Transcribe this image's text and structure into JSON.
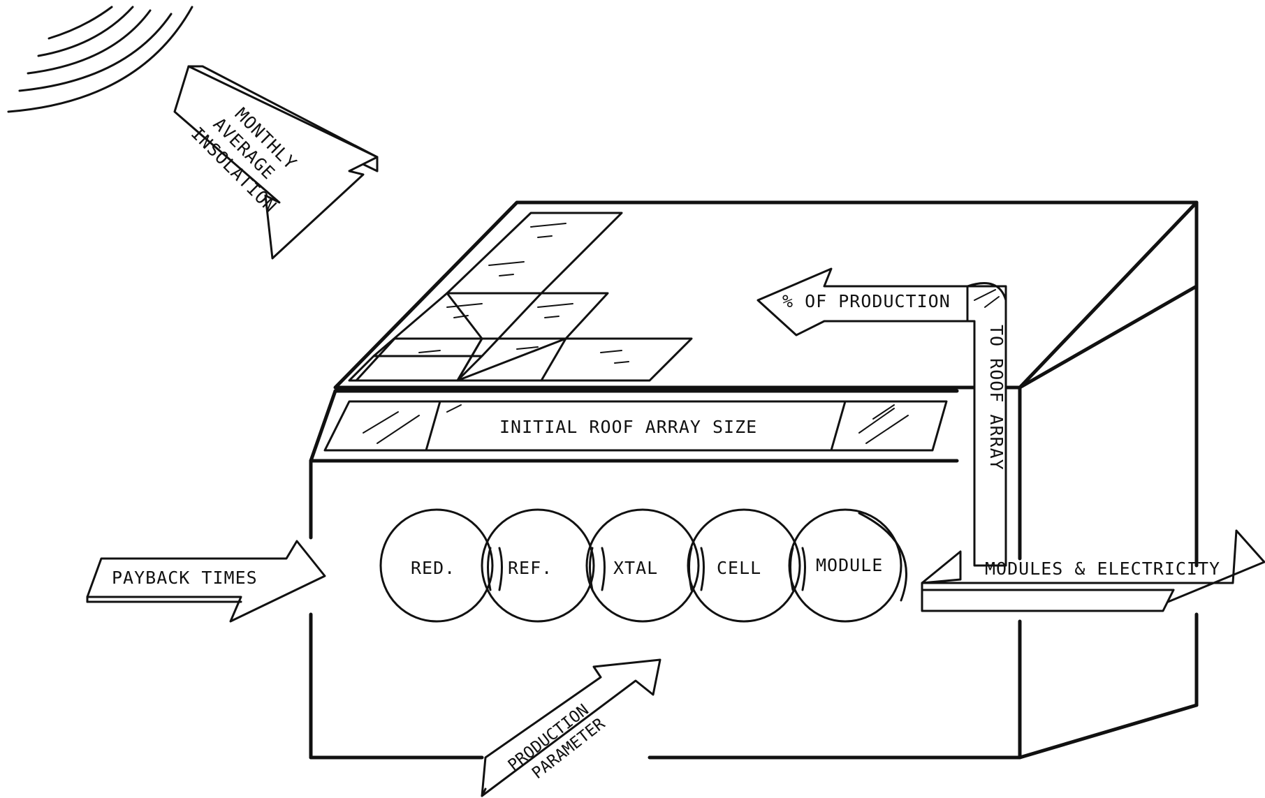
{
  "labels": {
    "insolation_line1": "MONTHLY",
    "insolation_line2": "AVERAGE",
    "insolation_line3": "INSOLATION",
    "initial_array": "INITIAL ROOF ARRAY SIZE",
    "percent_production": "% OF PRODUCTION",
    "to_roof_array": "TO ROOF ARRAY",
    "payback_times": "PAYBACK TIMES",
    "modules_electricity": "MODULES & ELECTRICITY",
    "production_line1": "PRODUCTION",
    "production_line2": "PARAMETER"
  },
  "stages": [
    "RED.",
    "REF.",
    "XTAL",
    "CELL",
    "MODULE"
  ]
}
